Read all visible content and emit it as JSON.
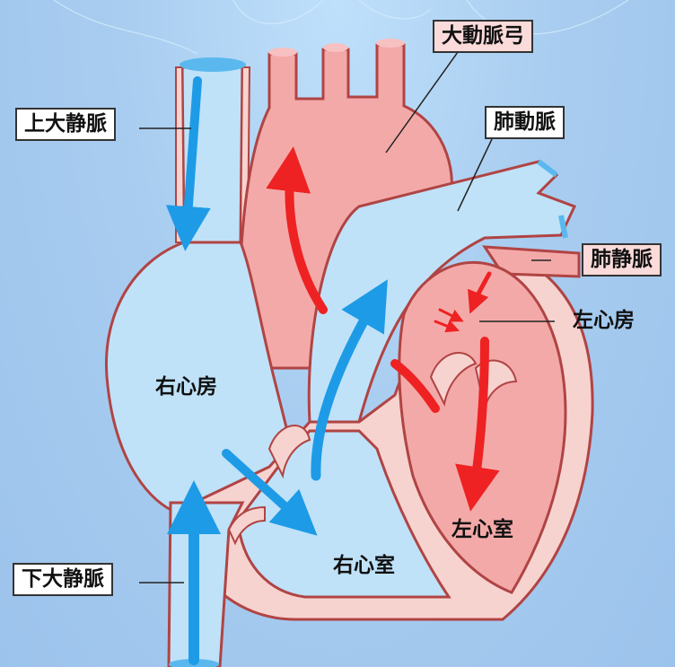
{
  "labels": {
    "aortic_arch": "大動脈弓",
    "pulmonary_artery": "肺動脈",
    "superior_vena_cava": "上大静脈",
    "pulmonary_vein": "肺静脈",
    "left_atrium": "左心房",
    "right_atrium": "右心房",
    "left_ventricle": "左心室",
    "right_ventricle": "右心室",
    "inferior_vena_cava": "下大静脈"
  },
  "colors": {
    "background": "#a9cdf0",
    "venous_fill": "#bfe2f8",
    "arterial_fill": "#f4a9a9",
    "wall": "#f7d3cf",
    "outline": "#b04444",
    "blue_arrow": "#1e9be6",
    "red_arrow": "#ee2222"
  }
}
